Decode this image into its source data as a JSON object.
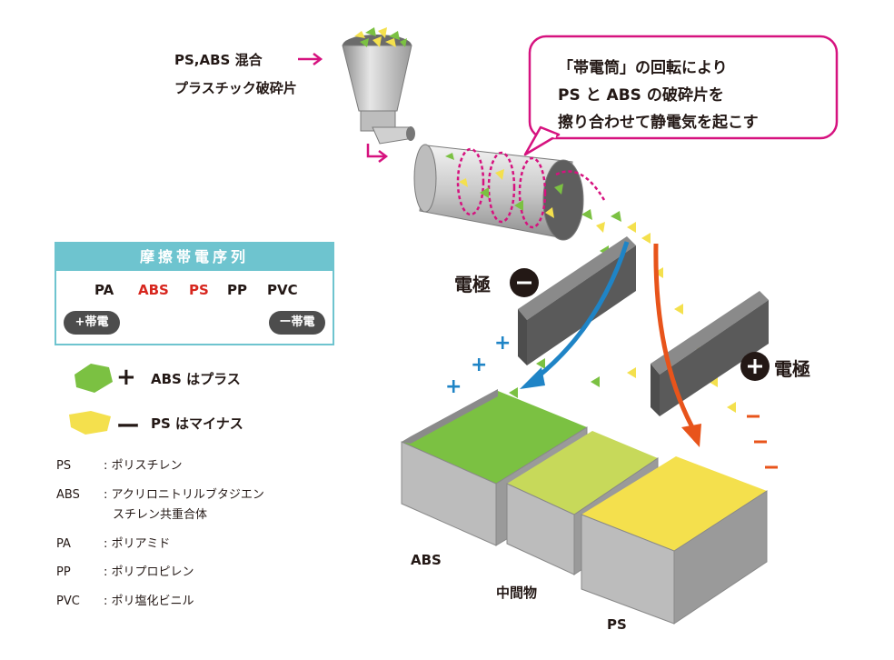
{
  "input": {
    "line1": "PS,ABS 混合",
    "line2": "プラスチック破砕片"
  },
  "callout": {
    "line1": "「帯電筒」の回転により",
    "line2": "PS と ABS の破砕片を",
    "line3": "擦り合わせて静電気を起こす"
  },
  "triboelectric_series": {
    "title": "摩擦帯電序列",
    "materials": [
      {
        "label": "PA",
        "color": "#231815"
      },
      {
        "label": "ABS",
        "color": "#d7261e"
      },
      {
        "label": "PS",
        "color": "#d7261e"
      },
      {
        "label": "PP",
        "color": "#231815"
      },
      {
        "label": "PVC",
        "color": "#231815"
      }
    ],
    "positive_end": "+帯電",
    "negative_end": "ー帯電"
  },
  "legend": {
    "abs_sign": "+",
    "abs_text": "ABS はプラス",
    "ps_sign": "ー",
    "ps_text": "PS はマイナス",
    "abs_color": "#7bc142",
    "ps_color": "#f4e04d"
  },
  "glossary": [
    {
      "abbr": "PS",
      "name": ": ポリスチレン"
    },
    {
      "abbr": "ABS",
      "name": ": アクリロニトリルブタジエン",
      "name2": "スチレン共重合体"
    },
    {
      "abbr": "PA",
      "name": ": ポリアミド"
    },
    {
      "abbr": "PP",
      "name": ": ポリプロピレン"
    },
    {
      "abbr": "PVC",
      "name": ": ポリ塩化ビニル"
    }
  ],
  "electrodes": {
    "negative_label": "電極",
    "negative_sign": "−",
    "positive_label": "電極",
    "positive_sign": "+"
  },
  "bins": {
    "abs": "ABS",
    "middle": "中間物",
    "ps": "PS"
  },
  "colors": {
    "accent_magenta": "#d6127f",
    "series_teal": "#6ec4cf",
    "blue_arrow": "#1f84c6",
    "orange_arrow": "#e8541b",
    "electrode_gray": "#5a5a5a",
    "bin_gray": "#9a9a9a"
  }
}
